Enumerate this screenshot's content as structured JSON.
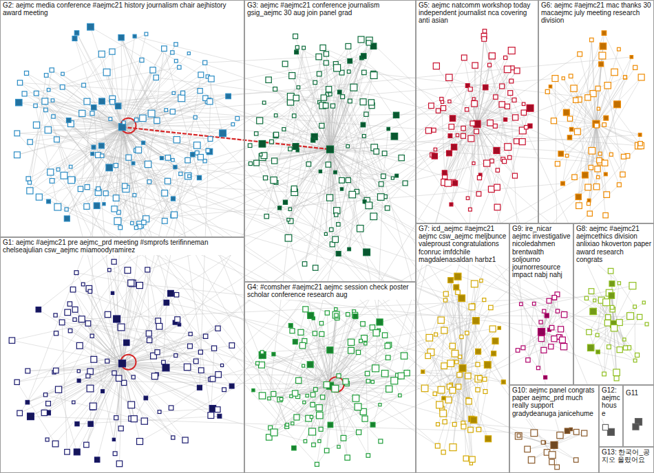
{
  "diagram": {
    "nodes": [
      {
        "text": [
          "G2: aejmc media conference #aejmc21 history journalism chair aejhistory award meeting"
        ]
      },
      {
        "text": [
          "G3: aejmc #aejmc21 conference journalism gsig_aejmc 30 aug join panel grad"
        ]
      },
      {
        "text": [
          "G5: aejmc natcomm workshop today independent journalist nca covering anti asian"
        ]
      },
      {
        "text": [
          "G6: aejmc #aejmc21 mac thanks 30 macaejmc july meeting research division"
        ]
      },
      {
        "text": [
          "G1: aejmc #aejmc21 pre aejmc_prd meeting #smprofs terifinneman chelseajulian csw_aejmc miamoodyramirez"
        ]
      },
      {
        "text": [
          "G4: #comsher #aejmc21 aejmc session check poster scholar conference research aug"
        ]
      },
      {
        "text": [
          "G7: icd_aejmc #aejmc21 aejmc csw_aejmc meljbunce valeproust congratulations fconruc imfdchile magdalenasaldan harbz1"
        ]
      },
      {
        "text": [
          "G9: ire_nicar aejmc investigative nicoledahmen brentwalth soljourno journorresource impact nabj nahj"
        ]
      },
      {
        "text": [
          "G8: aejmc #aejmc21 aejmcethics division anlixiao hkoverton paper award research congrats"
        ]
      },
      {
        "text": [
          "G10: aejmc panel congrats paper aejmc_prd much really support gradydeanuga janicehume"
        ]
      },
      {
        "text": [
          "G12: aejmc house"
        ]
      },
      {
        "text": [
          "G11"
        ]
      },
      {
        "text": [
          "G13: 한국어_공지오 올렸어요"
        ]
      }
    ]
  }
}
